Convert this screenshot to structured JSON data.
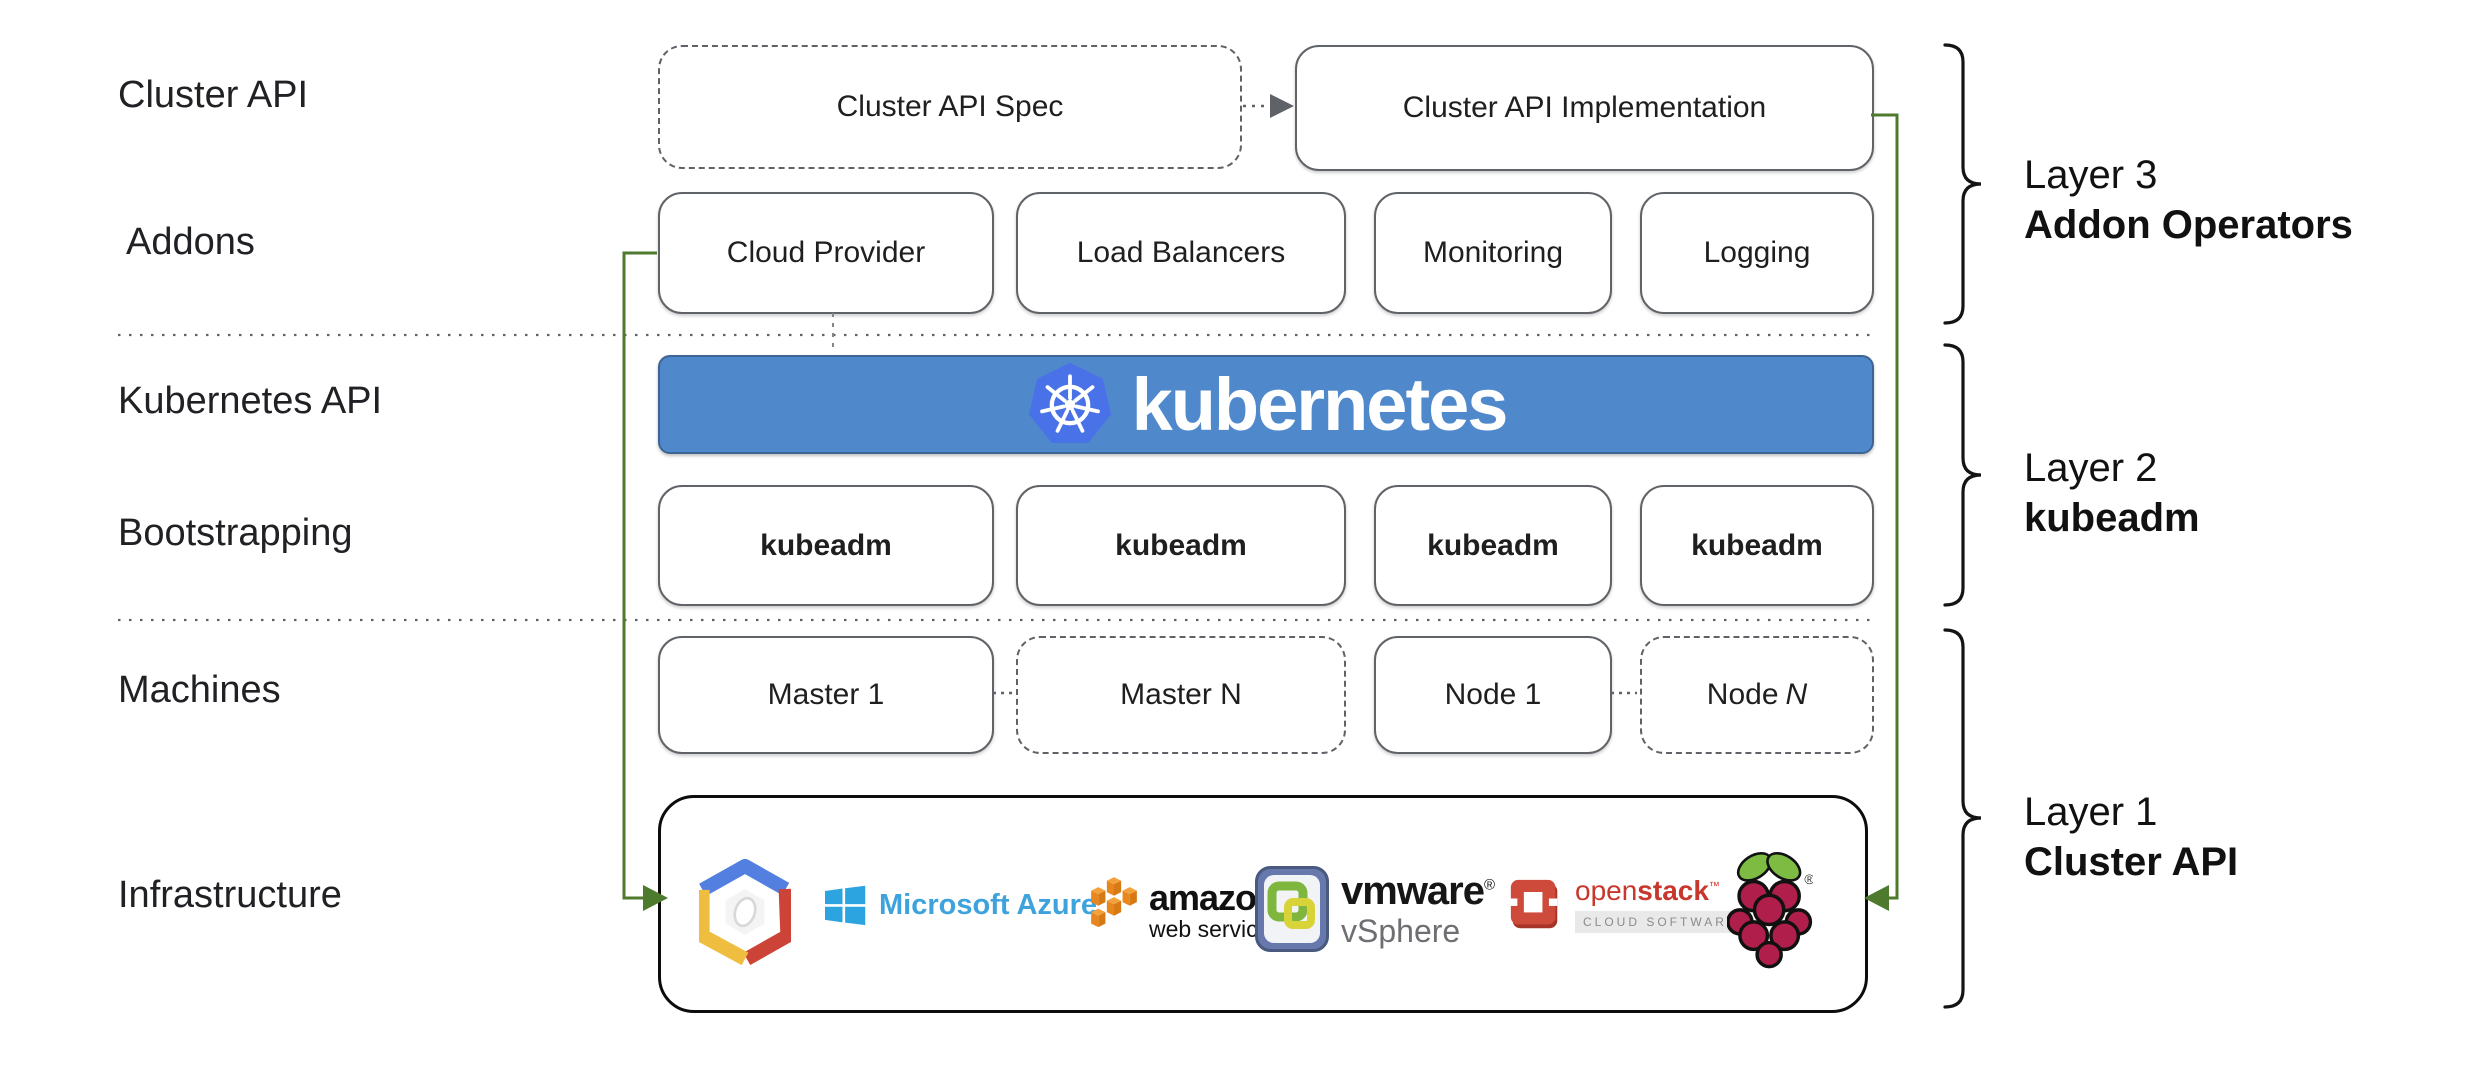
{
  "left_labels": [
    "Cluster API",
    "Addons",
    "Kubernetes API",
    "Bootstrapping",
    "Machines",
    "Infrastructure"
  ],
  "cluster_api_row": {
    "spec_label": "Cluster API Spec",
    "implementation_label": "Cluster API Implementation"
  },
  "addons_row": [
    "Cloud Provider",
    "Load Balancers",
    "Monitoring",
    "Logging"
  ],
  "kubernetes_banner": {
    "label": "kubernetes",
    "logo": "kubernetes-wheel-icon"
  },
  "bootstrapping_row": [
    "kubeadm",
    "kubeadm",
    "kubeadm",
    "kubeadm"
  ],
  "machines_row": {
    "master_1": "Master 1",
    "master_n": "Master N",
    "node_1": "Node 1",
    "node_n_prefix": "Node",
    "node_n_suffix": "N"
  },
  "infrastructure_row": {
    "providers": [
      {
        "icon": "google-cloud-icon"
      },
      {
        "icon": "microsoft-azure-icon",
        "label": "Microsoft Azure"
      },
      {
        "icon": "aws-cubes-icon",
        "label": "amazon",
        "sublabel": "web services"
      },
      {
        "icon": "vmware-badge-icon",
        "label": "vmware",
        "mark": "®",
        "sublabel": "vSphere"
      },
      {
        "icon": "openstack-logo-icon",
        "label_regular": "open",
        "label_bold": "stack",
        "mark": "™",
        "sublabel": "CLOUD SOFTWARE"
      },
      {
        "icon": "raspberry-pi-icon",
        "mark": "®"
      }
    ]
  },
  "layer_labels": [
    {
      "title": "Layer 3",
      "subtitle": "Addon Operators"
    },
    {
      "title": "Layer 2",
      "subtitle": "kubeadm"
    },
    {
      "title": "Layer 1",
      "subtitle": "Cluster API"
    }
  ],
  "colors": {
    "banner_blue": "#4F89CC",
    "kubernetes_logo_blue": "#4A72E8",
    "connector_green": "#4D7A2D",
    "box_border_gray": "#606367",
    "azure_blue": "#3EA3DC",
    "aws_orange": "#E8871E",
    "openstack_red": "#C8372D",
    "raspberry_crimson": "#B01E4B",
    "raspberry_leaf_green": "#7DBB42"
  }
}
